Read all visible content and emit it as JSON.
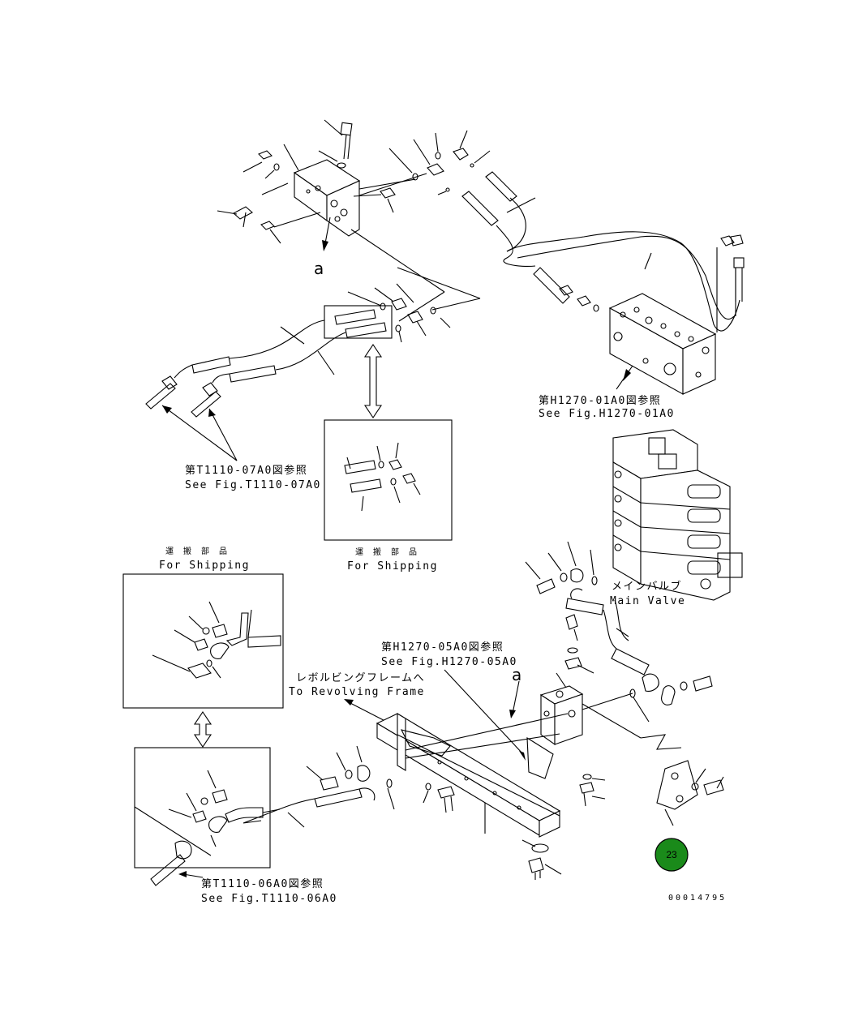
{
  "diagram": {
    "ref_top_left_a": "a",
    "ref_mid_a": "a",
    "callouts": {
      "fig_t1110_07a0_jp": "第T1110-07A0図参照",
      "fig_t1110_07a0_en": "See Fig.T1110-07A0",
      "fig_h1270_01a0_jp": "第H1270-01A0図参照",
      "fig_h1270_01a0_en": "See Fig.H1270-01A0",
      "fig_h1270_05a0_jp": "第H1270-05A0図参照",
      "fig_h1270_05a0_en": "See Fig.H1270-05A0",
      "fig_t1110_06a0_jp": "第T1110-06A0図参照",
      "fig_t1110_06a0_en": "See Fig.T1110-06A0"
    },
    "shipping_mid_jp": "運 搬 部 品",
    "shipping_mid_en": "For Shipping",
    "shipping_left_jp": "運 搬 部 品",
    "shipping_left_en": "For Shipping",
    "main_valve_jp": "メインバルブ",
    "main_valve_en": "Main Valve",
    "revolving_jp": "レボルビングフレームへ",
    "revolving_en": "To Revolving Frame",
    "drawing_number": "00014795",
    "badge_number": "23",
    "badge_color": "#1a8a1a"
  }
}
